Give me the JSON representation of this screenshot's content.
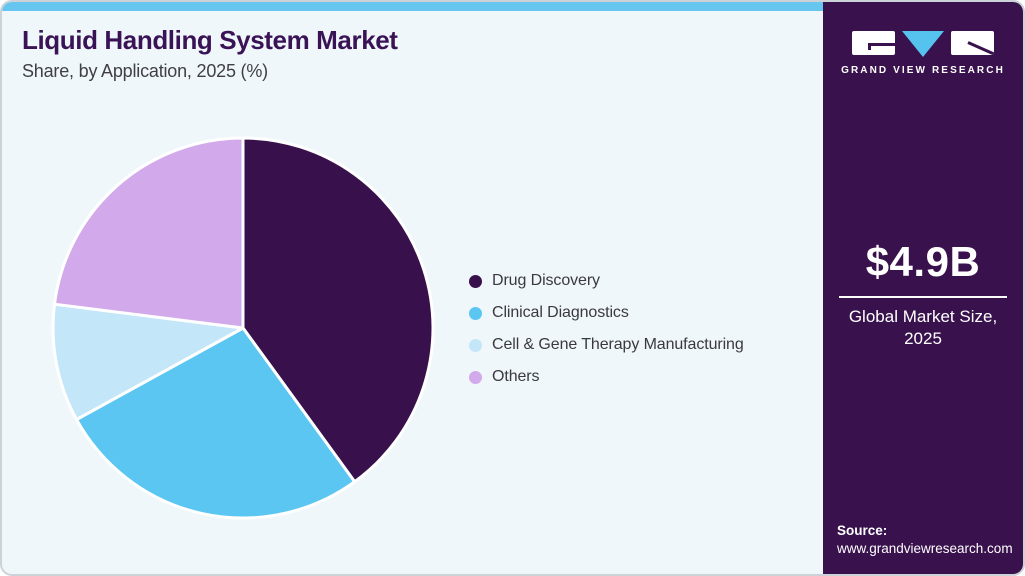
{
  "header": {
    "title": "Liquid Handling System Market",
    "subtitle": "Share, by Application, 2025 (%)"
  },
  "chart_data": {
    "type": "pie",
    "title": "Liquid Handling System Market Share, by Application, 2025 (%)",
    "categories": [
      "Drug Discovery",
      "Clinical Diagnostics",
      "Cell & Gene Therapy Manufacturing",
      "Others"
    ],
    "values": [
      40,
      27,
      10,
      23
    ],
    "unit": "%",
    "colors": [
      "#38104b",
      "#5bc6f2",
      "#c3e6f8",
      "#d2a9eb"
    ],
    "start_angle_deg": 0,
    "direction": "clockwise",
    "legend_position": "right",
    "slice_border_color": "#ffffff"
  },
  "sidebar": {
    "bg_color": "#39124d",
    "accent_color": "#56c2ee",
    "logo_text": "GRAND VIEW RESEARCH",
    "market_size": "$4.9B",
    "caption_line1": "Global Market Size,",
    "caption_line2": "2025",
    "source_label": "Source:",
    "source_url": "www.grandviewresearch.com"
  },
  "theme": {
    "top_strip_color": "#67c6ef",
    "card_bg": "#f0f7fb",
    "title_color": "#3a1356"
  }
}
